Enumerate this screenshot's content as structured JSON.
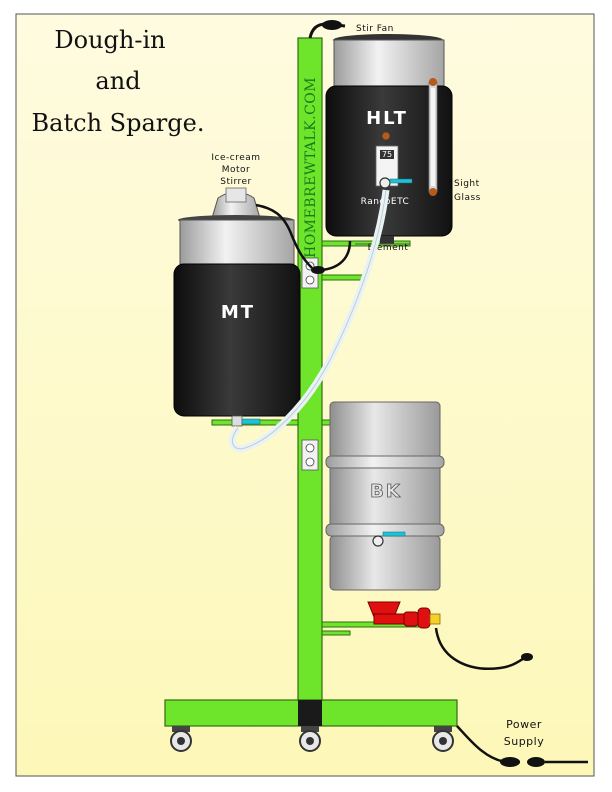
{
  "title": {
    "line1": "Dough-in",
    "line2": "and",
    "line3": "Batch Sparge."
  },
  "labels": {
    "stir_fan": "Stir Fan",
    "hlt": "HLT",
    "mt": "MT",
    "bk": "BK",
    "ice_cream_motor_line1": "Ice-cream",
    "ice_cream_motor_line2": "Motor",
    "ice_cream_motor_line3": "Stirrer",
    "ranco": "RancoETC",
    "element": "Element",
    "sight_glass_line1": "Sight",
    "sight_glass_line2": "Glass",
    "power_line1": "Power",
    "power_line2": "Supply",
    "website": "HOMEBREWTALK.COM",
    "controller_badge": "75"
  },
  "colors": {
    "frame_green": "#6ee52b",
    "background_yellow": "#fdfbd0",
    "keg_black": "#222222",
    "steel": "#c9c9c9",
    "burner_red": "#e01010",
    "valve_teal": "#1fc1d6"
  }
}
